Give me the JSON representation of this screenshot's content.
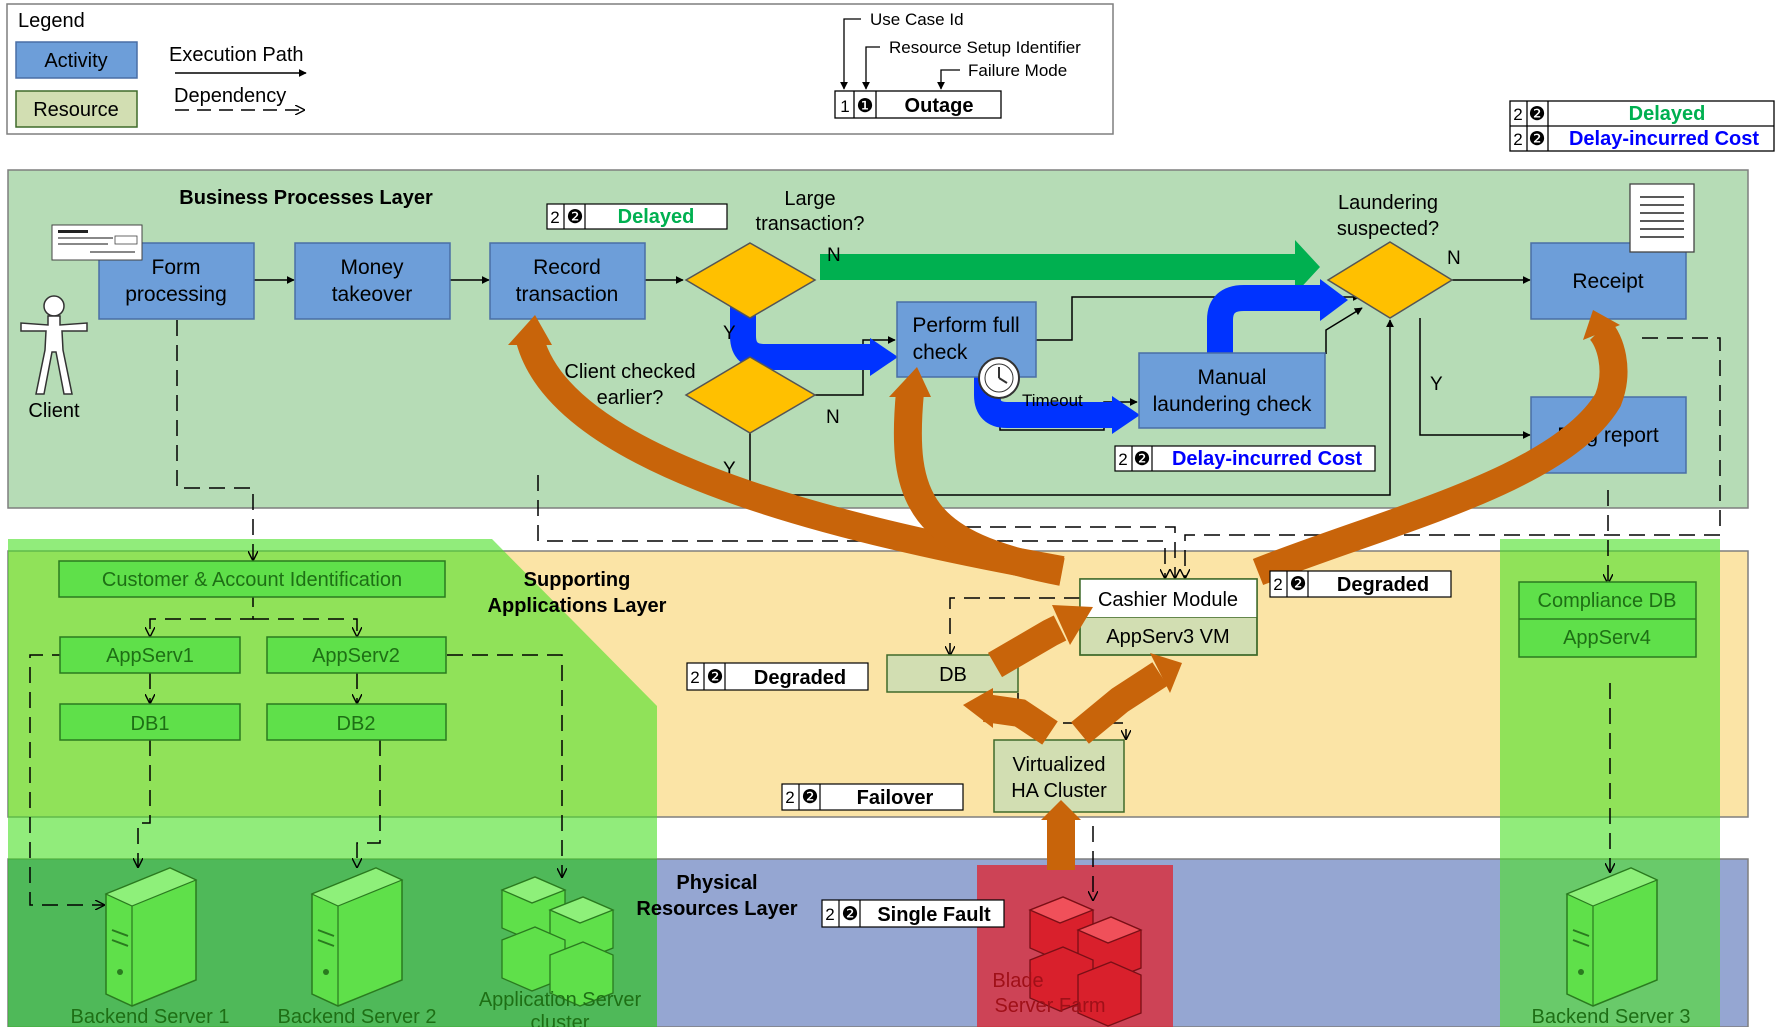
{
  "legend": {
    "title": "Legend",
    "activity": "Activity",
    "resource": "Resource",
    "execution_path": "Execution Path",
    "dependency": "Dependency",
    "use_case_id": "Use Case Id",
    "resource_setup_identifier": "Resource Setup Identifier",
    "failure_mode": "Failure Mode",
    "example_id": "1",
    "example_setup": "❶",
    "example_mode": "Outage"
  },
  "key": {
    "delayed": {
      "id": "2",
      "setup": "❷",
      "label": "Delayed"
    },
    "cost": {
      "id": "2",
      "setup": "❷",
      "label": "Delay-incurred Cost"
    }
  },
  "layers": {
    "business": "Business Processes Layer",
    "supporting_1": "Supporting",
    "supporting_2": "Applications Layer",
    "physical_1": "Physical",
    "physical_2": "Resources Layer"
  },
  "actors": {
    "client": "Client"
  },
  "activities": {
    "form_1": "Form",
    "form_2": "processing",
    "money_1": "Money",
    "money_2": "takeover",
    "record_1": "Record",
    "record_2": "transaction",
    "full_1": "Perform full",
    "full_2": "check",
    "manual_1": "Manual",
    "manual_2": "laundering check",
    "receipt": "Receipt",
    "flag": "Flag report"
  },
  "decisions": {
    "large_1": "Large",
    "large_2": "transaction?",
    "client_1": "Client checked",
    "client_2": "earlier?",
    "laundering_1": "Laundering",
    "laundering_2": "suspected?",
    "y": "Y",
    "n": "N",
    "timeout": "Timeout"
  },
  "applications": {
    "cai": "Customer & Account Identification",
    "appserv1": "AppServ1",
    "appserv2": "AppServ2",
    "db1": "DB1",
    "db2": "DB2",
    "cashier": "Cashier Module",
    "appserv3vm": "AppServ3 VM",
    "db": "DB",
    "ha_1": "Virtualized",
    "ha_2": "HA Cluster",
    "compliance": "Compliance DB",
    "appserv4": "AppServ4"
  },
  "physical": {
    "backend1": "Backend Server 1",
    "backend2": "Backend Server 2",
    "appcluster_1": "Application Server",
    "appcluster_2": "cluster",
    "blade_1": "Blade",
    "blade_2": "Server Farm",
    "backend3": "Backend Server 3"
  },
  "tags": {
    "record_delayed": {
      "id": "2",
      "setup": "❷",
      "label": "Delayed"
    },
    "manual_cost": {
      "id": "2",
      "setup": "❷",
      "label": "Delay-incurred Cost"
    },
    "cashier_degraded": {
      "id": "2",
      "setup": "❷",
      "label": "Degraded"
    },
    "db_degraded": {
      "id": "2",
      "setup": "❷",
      "label": "Degraded"
    },
    "ha_failover": {
      "id": "2",
      "setup": "❷",
      "label": "Failover"
    },
    "blade_fault": {
      "id": "2",
      "setup": "❷",
      "label": "Single Fault"
    }
  },
  "colors": {
    "activity": "#6d9ed9",
    "resource": "#d2deb2",
    "business_bg": "#b6dcb6",
    "apps_bg": "#fbe4a6",
    "physical_bg": "#95a6d2",
    "green_zone": "#4ee02a",
    "decision": "#ffc000",
    "propagation": "#c8640a",
    "delay_path": "#0033ff",
    "normal_path": "#00b050",
    "fault_zone": "#e0212c",
    "delayed_text": "#00b050",
    "cost_text": "#0000ff"
  }
}
